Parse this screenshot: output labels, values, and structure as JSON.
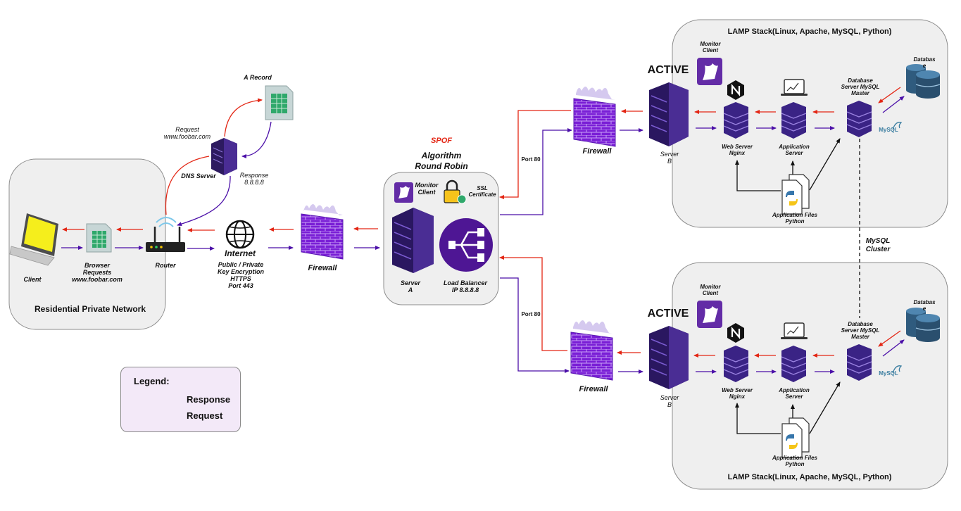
{
  "groups": {
    "residential": "Residential Private Network",
    "lamp_top": "LAMP Stack(Linux, Apache, MySQL, Python)",
    "lamp_bottom": "LAMP Stack(Linux, Apache, MySQL, Python)"
  },
  "labels": {
    "client": "Client",
    "browser": "Browser\nRequests\nwww.foobar.com",
    "router": "Router",
    "dns_server": "DNS Server",
    "a_record": "A Record",
    "request_dns": "Request\nwww.foobar.com",
    "response_dns": "Response\n8.8.8.8",
    "internet_title": "Internet",
    "internet_sub": "Public / Private\nKey Encryption\nHTTPS\nPort 443",
    "firewall_main": "Firewall",
    "spof": "SPOF",
    "algorithm": "Algorithm\nRound Robin",
    "monitor_client_lb": "Monitor\nClient",
    "ssl_certificate": "SSL\nCertificate",
    "server_a": "Server\nA",
    "load_balancer": "Load Balancer\nIP 8.8.8.8",
    "port_80_top": "Port 80",
    "port_80_bottom": "Port 80",
    "firewall_top": "Firewall",
    "firewall_bottom": "Firewall",
    "active_top": "ACTIVE",
    "active_bottom": "ACTIVE",
    "server_b_top": "Server\nB",
    "server_b_bottom": "Server\nB",
    "monitor_client_top": "Monitor\nClient",
    "monitor_client_bottom": "Monitor\nClient",
    "web_server_top": "Web Server\nNginx",
    "web_server_bottom": "Web Server\nNginx",
    "app_server_top": "Application\nServer",
    "app_server_bottom": "Application\nServer",
    "db_server_top": "Database\nServer MySQL\nMaster",
    "db_server_bottom": "Database\nServer MySQL\nMaster",
    "database_top": "Databas\ne",
    "database_bottom": "Databas\ne",
    "app_files_top": "Application Files\nPython",
    "app_files_bottom": "Application Files\nPython",
    "mysql_cluster": "MySQL\nCluster",
    "mysql_logo_top": "MySQL",
    "mysql_logo_bottom": "MySQL"
  },
  "legend": {
    "title": "Legend:",
    "response": "Response",
    "request": "Request"
  },
  "colors": {
    "response": "#e32614",
    "request": "#4b0fa8",
    "server": "#3a1f7a",
    "firewall": "#8a2be2",
    "group_bg": "#efefef",
    "legend_bg": "#f3e9f8"
  },
  "icons": [
    "laptop-icon",
    "spreadsheet-icon",
    "router-icon",
    "server-icon",
    "globe-icon",
    "firewall-icon",
    "load-balancer-icon",
    "datadog-icon",
    "lock-icon",
    "nginx-icon",
    "monitor-icon",
    "database-icon",
    "python-file-icon",
    "mysql-icon"
  ]
}
